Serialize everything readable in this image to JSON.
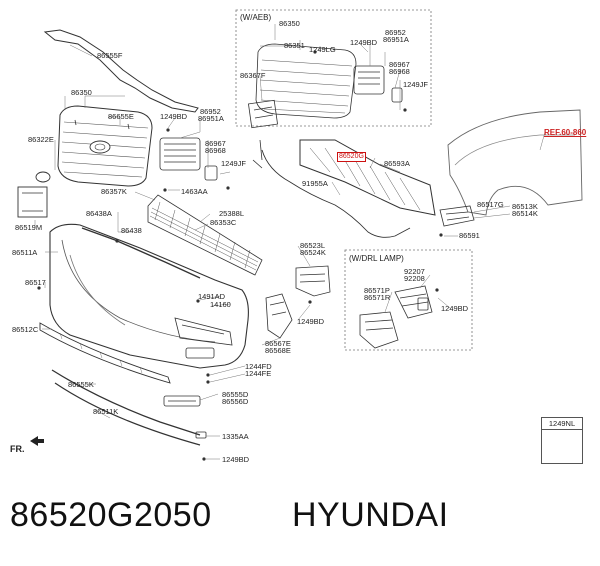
{
  "footer": {
    "part_number": "86520G2050",
    "brand": "HYUNDAI"
  },
  "boxes": {
    "aeb_title": "(W/AEB)",
    "drl_title": "(W/DRL LAMP)"
  },
  "reference": "REF.60-860",
  "direction": "FR.",
  "highlighted_part": "86520G",
  "legend_part": "1249NL",
  "labels": {
    "l86555F": "86555F",
    "l86350": "86350",
    "l86655E": "86655E",
    "l86322E": "86322E",
    "l1249BD_a": "1249BD",
    "l86952_a": "86952",
    "l86951A_a": "86951A",
    "l86967_a": "86967",
    "l86968_a": "86968",
    "l1249JF_a": "1249JF",
    "l86357K": "86357K",
    "l1463AA": "1463AA",
    "l86438A": "86438A",
    "l86438": "86438",
    "l25388L": "25388L",
    "l86353C": "86353C",
    "l86519M": "86519M",
    "l86511A": "86511A",
    "l86517": "86517",
    "l86512C": "86512C",
    "l1491AD": "1491AD",
    "l14160": "14160",
    "l86555K": "86555K",
    "l86511K": "86511K",
    "l1244FD": "1244FD",
    "l1244FE": "1244FE",
    "l86555D": "86555D",
    "l86556D": "86556D",
    "l1335AA": "1335AA",
    "l1249BD_bottom": "1249BD",
    "l86567E": "86567E",
    "l86568E": "86568E",
    "l86523L": "86523L",
    "l86524K": "86524K",
    "l1249BD_mid": "1249BD",
    "aeb_86350": "86350",
    "aeb_86351": "86351",
    "aeb_1249LG": "1249LG",
    "aeb_86367F": "86367F",
    "aeb_1249BD": "1249BD",
    "aeb_86952": "86952",
    "aeb_86951A": "86951A",
    "aeb_86967": "86967",
    "aeb_86968": "86968",
    "aeb_1249JF": "1249JF",
    "l91955A": "91955A",
    "l86593A": "86593A",
    "l86517G": "86517G",
    "l86513K": "86513K",
    "l86514K": "86514K",
    "l86591": "86591",
    "drl_92207": "92207",
    "drl_92208": "92208",
    "drl_86571P": "86571P",
    "drl_86571R": "86571R",
    "drl_1249BD": "1249BD"
  }
}
